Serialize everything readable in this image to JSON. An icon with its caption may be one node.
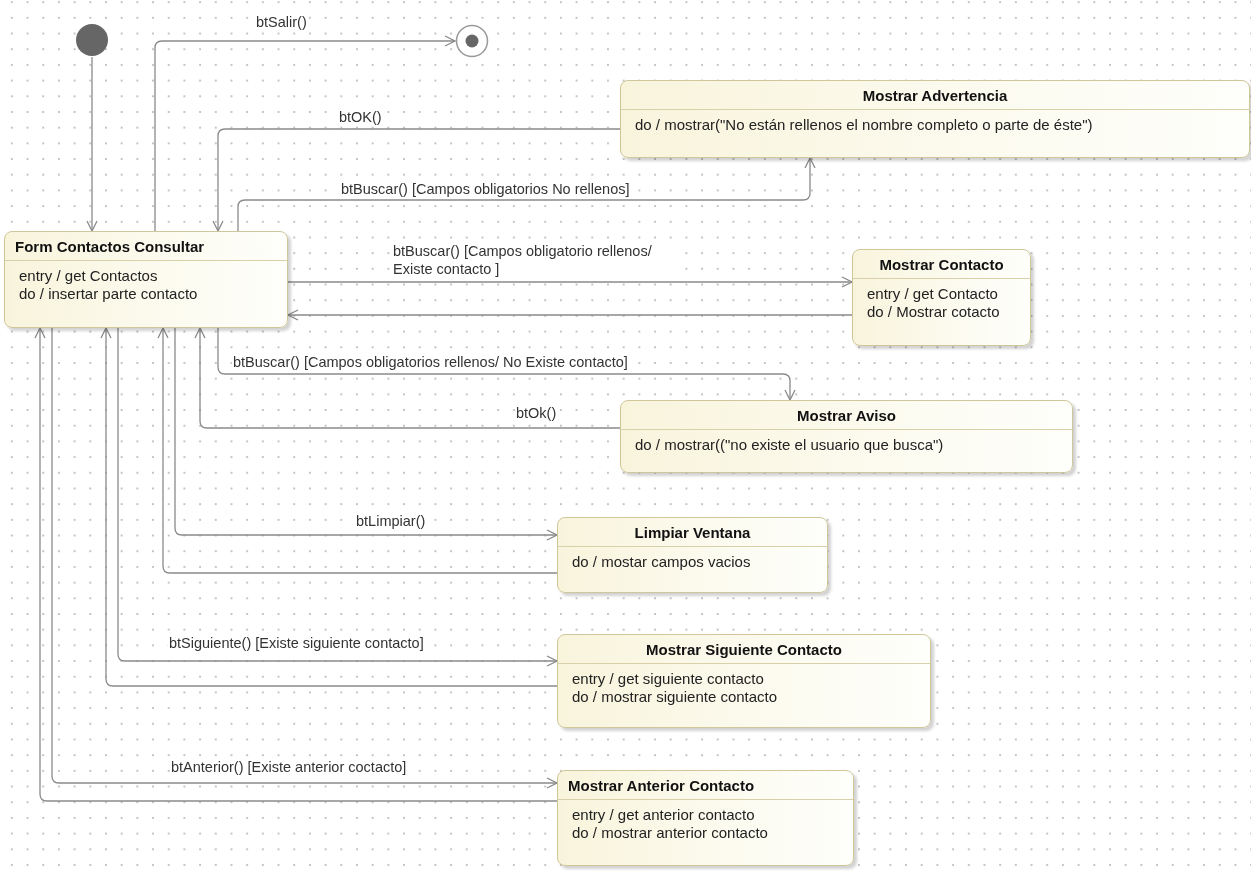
{
  "diagram": {
    "nodes": [
      {
        "text": [],
        "shape": "circle"
      },
      {
        "text": [],
        "shape": "bullseye"
      },
      {
        "text": [
          "Form Contactos Consultar",
          "entry / get Contactos",
          "do / insertar parte contacto"
        ]
      },
      {
        "text": [
          "Mostrar Advertencia",
          "do / mostrar(\"No están rellenos el nombre completo o parte de éste\")"
        ]
      },
      {
        "text": [
          "Mostrar Contacto",
          "entry / get Contacto",
          "do / Mostrar cotacto"
        ]
      },
      {
        "text": [
          "Mostrar Aviso",
          "do / mostrar((\"no existe el usuario que busca\")"
        ]
      },
      {
        "text": [
          "Limpiar Ventana",
          "do / mostar campos vacios"
        ]
      },
      {
        "text": [
          "Mostrar Siguiente Contacto",
          "entry / get siguiente contacto",
          "do / mostrar siguiente contacto"
        ]
      },
      {
        "text": [
          "Mostrar Anterior Contacto",
          "entry / get anterior contacto",
          "do / mostrar anterior contacto"
        ]
      }
    ],
    "edges": [
      {
        "from": 0,
        "to": 2,
        "arrow": "to"
      },
      {
        "from": 2,
        "to": 1,
        "arrow": "to",
        "label": "btSalir()"
      },
      {
        "from": 3,
        "to": 2,
        "arrow": "to",
        "label": "btOK()"
      },
      {
        "from": 2,
        "to": 3,
        "arrow": "to",
        "label": "btBuscar() [Campos obligatorios No rellenos]"
      },
      {
        "from": 2,
        "to": 4,
        "arrow": "to",
        "label": "btBuscar() [Campos obligatorio rellenos/ Existe contacto ]"
      },
      {
        "from": 4,
        "to": 2,
        "arrow": "to"
      },
      {
        "from": 2,
        "to": 5,
        "arrow": "to",
        "label": "btBuscar() [Campos obligatorios rellenos/ No Existe contacto]"
      },
      {
        "from": 5,
        "to": 2,
        "arrow": "to",
        "label": "btOk()"
      },
      {
        "from": 2,
        "to": 6,
        "arrow": "to",
        "label": "btLimpiar()"
      },
      {
        "from": 6,
        "to": 2,
        "arrow": "to"
      },
      {
        "from": 2,
        "to": 7,
        "arrow": "to",
        "label": "btSiguiente() [Existe siguiente contacto]"
      },
      {
        "from": 7,
        "to": 2,
        "arrow": "to"
      },
      {
        "from": 2,
        "to": 8,
        "arrow": "to",
        "label": "btAnterior() [Existe anterior coctacto]"
      },
      {
        "from": 8,
        "to": 2,
        "arrow": "to"
      }
    ]
  }
}
